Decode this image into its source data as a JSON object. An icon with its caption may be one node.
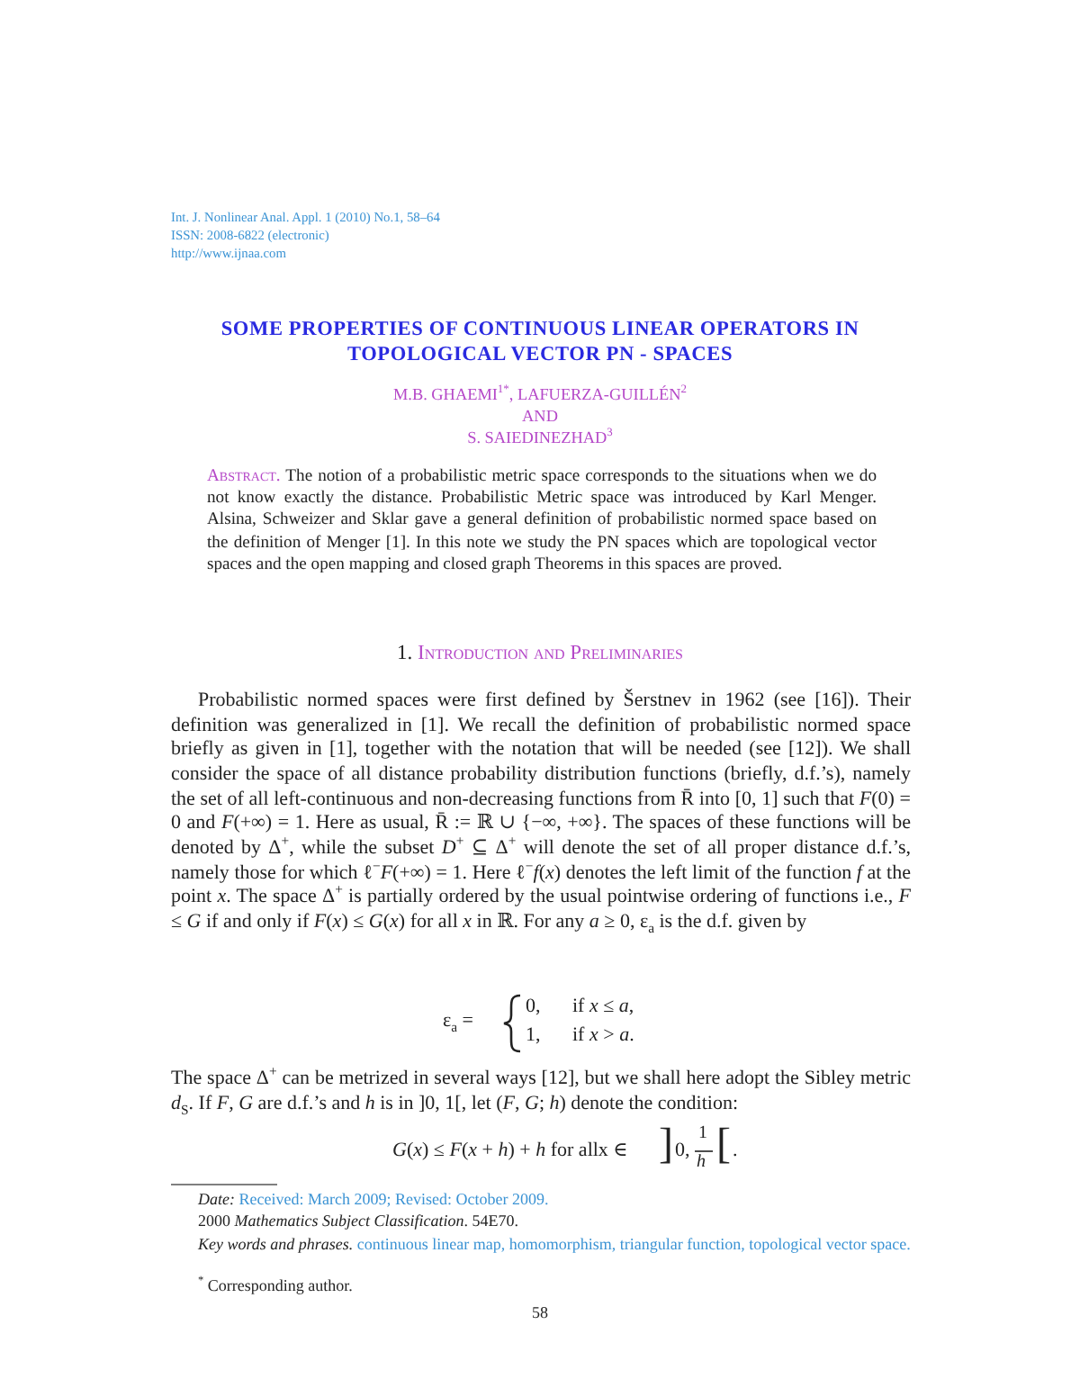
{
  "diagram": {
    "title": "SOME PROPERTIES OF CONTINUOUS LINEAR OPERATORS IN TOPOLOGICAL VECTOR PN - SPACES",
    "labels": [
      "Int. J. Nonlinear Anal. Appl. 1 (2010) No.1, 58–64",
      "ISSN: 2008-6822 (electronic)",
      "http://www.ijnaa.com",
      "M.B. GHAEMI$^{1*}$, LAFUERZA-GUILLÉN$^{2}$",
      "AND",
      "S. SAIEDINEZHAD$^{3}$",
      "Abstract.",
      "The notion of a probabilistic metric space corresponds to the situations when we do not know exactly the distance. Probabilistic Metric space was introduced by Karl Menger. Alsina, Schweizer and Sklar gave a general definition of probabilistic normed space based on the definition of Menger [1]. In this note we study the PN spaces which are topological vector spaces and the open mapping and closed graph Theorems in this spaces are proved.",
      "1.",
      "Introduction and Preliminaries",
      "Probabilistic normed spaces were first defined by Šerstnev in 1962 (see [16]). Their definition was generalized in [1]. We recall the definition of probabilistic normed space briefly as given in [1], together with the notation that will be needed (see [12]). We shall consider the space of all distance probability distribution functions (briefly, d.f.’s), namely the set of all left-continuous and non-decreasing functions from R̄ into [0, 1] such that *F*(0) = 0 and *F*(+∞) = 1. Here as usual, R̄ := ℝ ∪ {−∞, +∞}. The spaces of these functions will be denoted by Δ$^{+}$, while the subset *D*$^{+}$ ⊆ Δ$^{+}$ will denote the set of all proper distance d.f.’s, namely those for which ℓ$^{−}$*F*(+∞) = 1. Here ℓ$^{−}$*f*(*x*) denotes the left limit of the function *f* at the point *x*. The space Δ$^{+}$ is partially ordered by the usual pointwise ordering of functions i.e., *F* ≤ *G* if and only if *F*(*x*) ≤ *G*(*x*) for all *x* in ℝ. For any *a* ≥ 0, ε$_{a}$ is the d.f. given by",
      "ε$_{a}$ =",
      "0,",
      "if *x* ≤ *a*,",
      "1,",
      "if *x* > *a*.",
      "The space Δ$^{+}$ can be metrized in several ways [12], but we shall here adopt the Sibley metric *d*$_{S}$. If *F*, *G* are d.f.’s and *h* is in ]0, 1[, let (*F*, *G*; *h*) denote the condition:",
      "*G*(*x*) ≤ *F*(*x* + *h*) + *h* for allx ∈",
      "]",
      "0,",
      "1",
      "h",
      "[",
      ".",
      "Date:",
      "Received: March 2009; Revised: October 2009.",
      "2000 *Mathematics Subject Classification*. 54E70.",
      "Key words and phrases.",
      "continuous linear map, homomorphism, triangular function, topological vector space.",
      "$^{*}$ Corresponding author.",
      "58"
    ]
  }
}
